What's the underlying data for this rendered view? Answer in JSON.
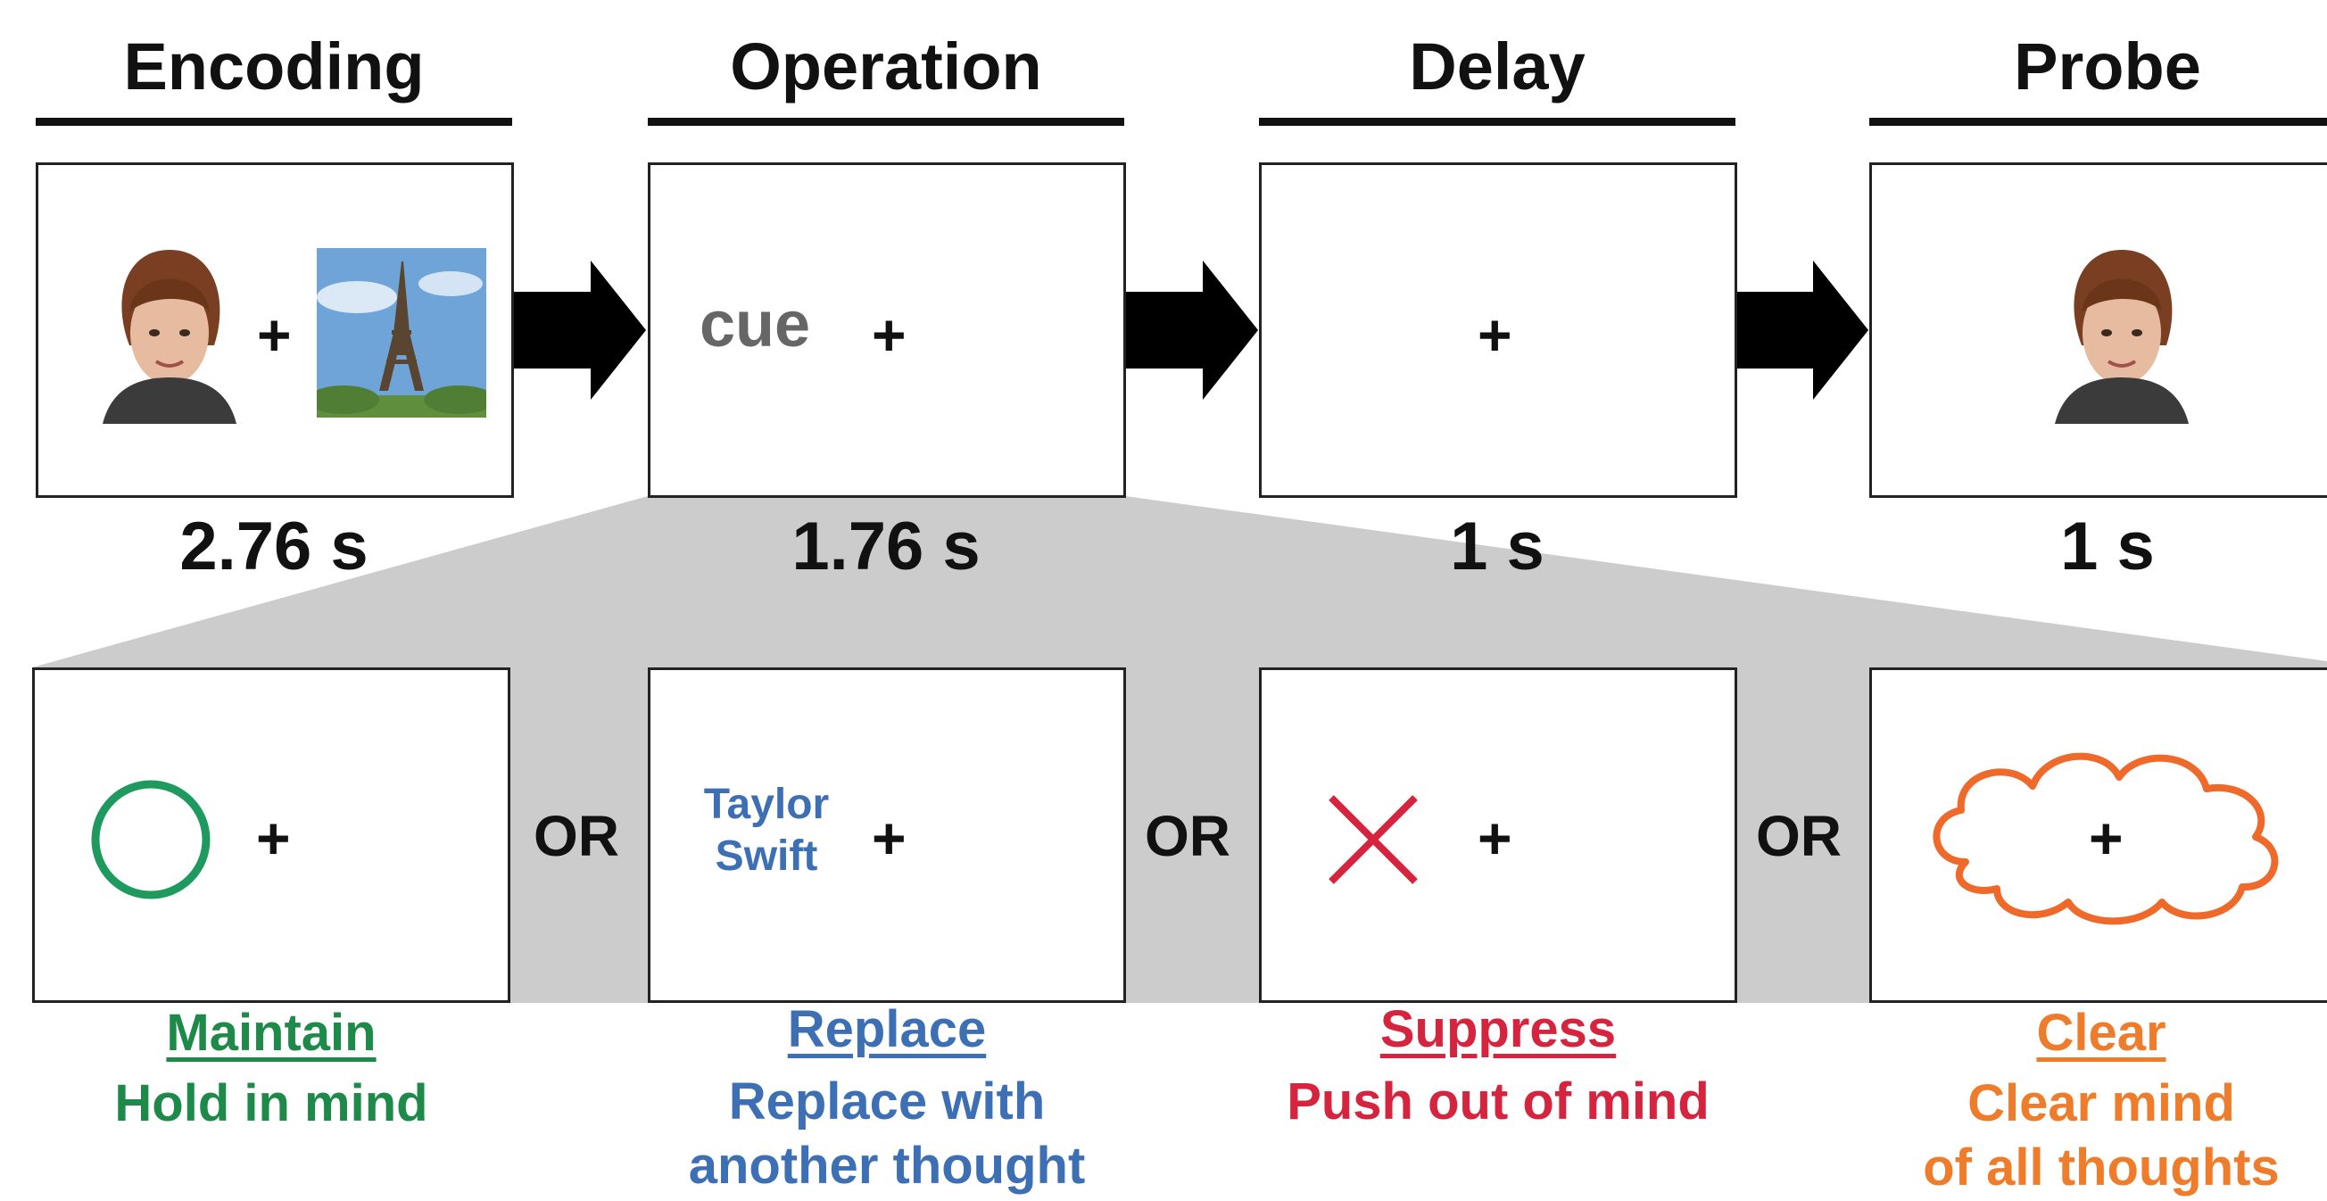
{
  "phases": [
    {
      "title": "Encoding",
      "duration": "2.76 s"
    },
    {
      "title": "Operation",
      "duration": "1.76 s"
    },
    {
      "title": "Delay",
      "duration": "1 s"
    },
    {
      "title": "Probe",
      "duration": "1 s"
    }
  ],
  "fixation": "+",
  "cue_text": "cue",
  "replace_word": {
    "line1": "Taylor",
    "line2": "Swift"
  },
  "or_label": "OR",
  "operations": [
    {
      "name": "Maintain",
      "desc1": "Hold in mind",
      "desc2": "",
      "color": "#1e8a4a",
      "symbol": "circle-icon"
    },
    {
      "name": "Replace",
      "desc1": "Replace with",
      "desc2": "another thought",
      "color": "#3d6fb5",
      "symbol": "text-cue"
    },
    {
      "name": "Suppress",
      "desc1": "Push out of mind",
      "desc2": "",
      "color": "#d6243f",
      "symbol": "x-mark-icon"
    },
    {
      "name": "Clear",
      "desc1": "Clear mind",
      "desc2": "of all thoughts",
      "color": "#ef7c2a",
      "symbol": "cloud-icon"
    }
  ],
  "colors": {
    "wedge": "#cccccc",
    "frame": "#222222",
    "arrow": "#000000"
  }
}
